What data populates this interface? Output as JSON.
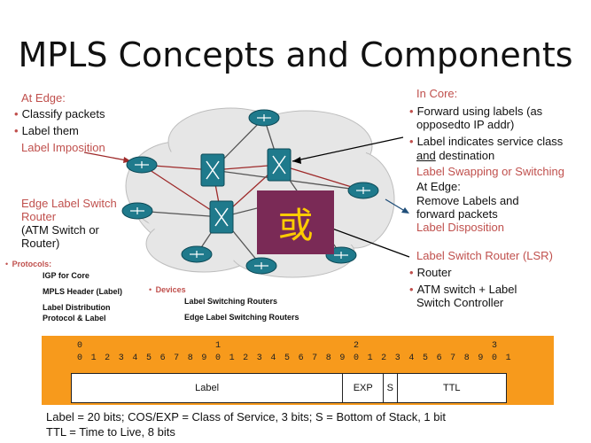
{
  "title": "MPLS Concepts and Components",
  "edge": {
    "header": "At Edge:",
    "bullets": [
      "Classify packets",
      "Label them"
    ],
    "imposition": "Label Imposition"
  },
  "core": {
    "header": "In Core:",
    "bullet1_line1": "Forward using labels (as",
    "bullet1_line2": "opposedto IP addr)",
    "bullet2_line1": "Label indicates service class",
    "bullet2_line2_u": "and",
    "bullet2_line2_rest": " destination",
    "swapping": "Label Swapping or Switching"
  },
  "edge_right": {
    "line1": "At Edge:",
    "line2": "Remove Labels and",
    "line3": "forward packets",
    "disposition": "Label Disposition"
  },
  "elsr": {
    "line1": "Edge Label Switch",
    "line2": "Router",
    "line3": "(ATM Switch or",
    "line4": "Router)"
  },
  "lsr": {
    "header": "Label Switch Router (LSR)",
    "bullet1": "Router",
    "bullet2_line1": "ATM switch + Label",
    "bullet2_line2": "Switch Controller"
  },
  "protocols": {
    "header": "Protocols:",
    "items": [
      "IGP for Core",
      "MPLS Header (Label)",
      "Label Distribution",
      "Protocol & Label"
    ]
  },
  "devices": {
    "header": "Devices",
    "items": [
      "Label Switching Routers",
      "Edge Label Switching Routers"
    ]
  },
  "overlay_glyph": "或",
  "bit_ruler": {
    "tens": [
      {
        "digit": "0",
        "col": 0
      },
      {
        "digit": "1",
        "col": 10
      },
      {
        "digit": "2",
        "col": 20
      },
      {
        "digit": "3",
        "col": 30
      }
    ],
    "units": [
      "0",
      "1",
      "2",
      "3",
      "4",
      "5",
      "6",
      "7",
      "8",
      "9",
      "0",
      "1",
      "2",
      "3",
      "4",
      "5",
      "6",
      "7",
      "8",
      "9",
      "0",
      "1",
      "2",
      "3",
      "4",
      "5",
      "6",
      "7",
      "8",
      "9",
      "0",
      "1"
    ]
  },
  "header_fields": [
    {
      "name": "Label",
      "bits": 20
    },
    {
      "name": "EXP",
      "bits": 3
    },
    {
      "name": "S",
      "bits": 1
    },
    {
      "name": "TTL",
      "bits": 8
    }
  ],
  "footer": {
    "line1": "Label = 20 bits; COS/EXP = Class of Service, 3 bits; S = Bottom of Stack, 1 bit",
    "line2": "TTL = Time to Live, 8 bits"
  },
  "colors": {
    "accent": "#c0504d",
    "router_fill": "#1f7a8c",
    "cloud": "#e8e8e8",
    "bitbar": "#f79a1c",
    "overlay": "#7a2a56",
    "overlay_glyph": "#ffcc00"
  }
}
